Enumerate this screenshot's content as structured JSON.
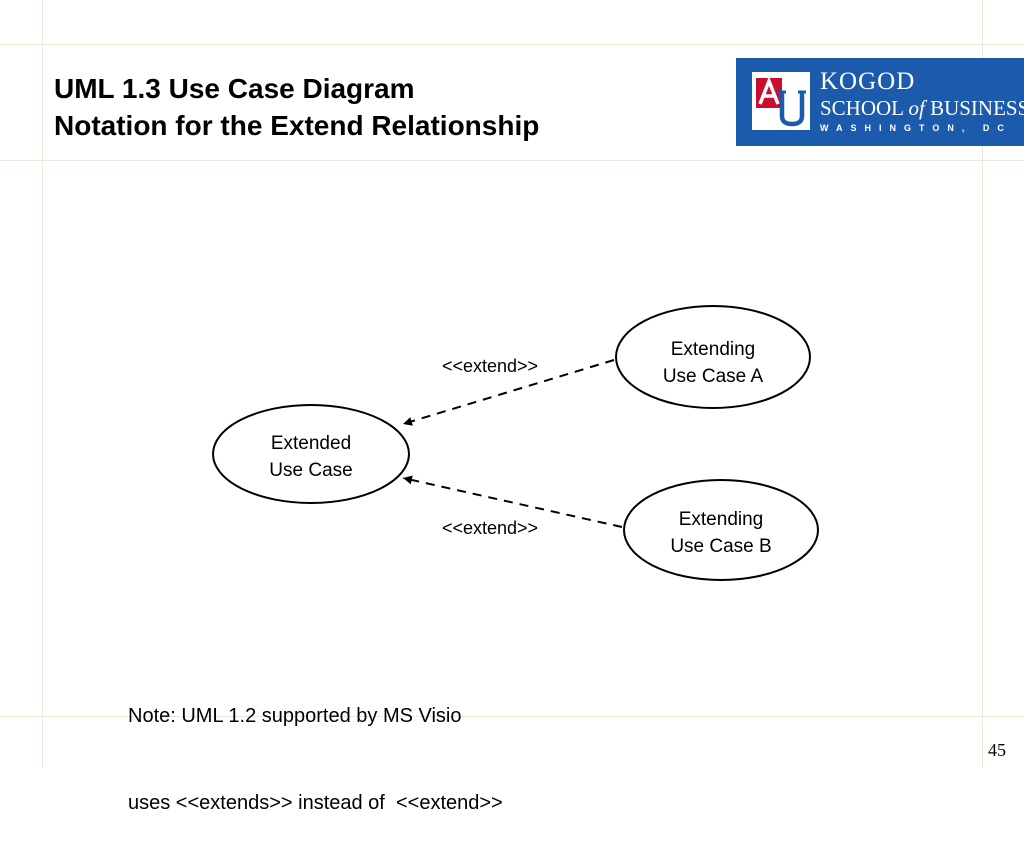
{
  "slide": {
    "title_line1": "UML 1.3 Use Case Diagram",
    "title_line2": "Notation for the Extend Relationship",
    "page_number": "45"
  },
  "logo": {
    "name_line1": "KOGOD",
    "name_line2_a": "SCHOOL ",
    "name_line2_of": "of",
    "name_line2_b": " BUSINESS",
    "location": "WASHINGTON, DC",
    "colors": {
      "background": "#1c5bab",
      "mark_red": "#c8102e",
      "mark_blue": "#1c5bab"
    }
  },
  "diagram": {
    "nodes": [
      {
        "id": "extended",
        "lines": [
          "Extended",
          "Use Case"
        ]
      },
      {
        "id": "extending_a",
        "lines": [
          "Extending",
          "Use Case A"
        ]
      },
      {
        "id": "extending_b",
        "lines": [
          "Extending",
          "Use Case B"
        ]
      }
    ],
    "edges": [
      {
        "from": "extending_a",
        "to": "extended",
        "label": "<<extend>>",
        "style": "dashed"
      },
      {
        "from": "extending_b",
        "to": "extended",
        "label": "<<extend>>",
        "style": "dashed"
      }
    ]
  },
  "note": {
    "line1": "Note: UML 1.2 supported by MS Visio",
    "line2": "uses <<extends>> instead of  <<extend>>"
  }
}
